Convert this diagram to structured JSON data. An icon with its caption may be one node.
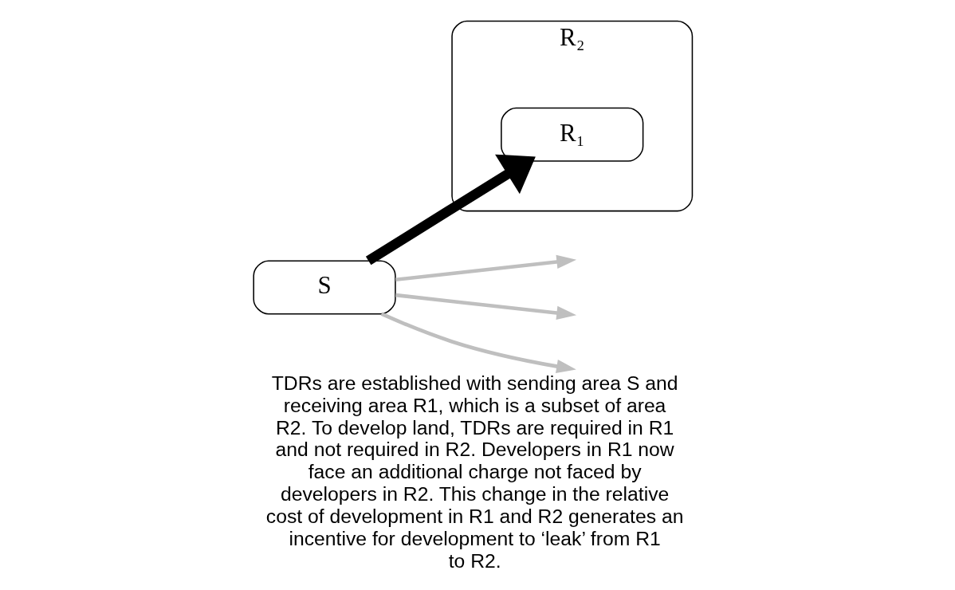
{
  "diagram": {
    "caption": "TDRs are established with sending area S and receiving area R1, which is a subset of area R2. To develop land, TDRs are required in R1 and not required in R2. Developers in R1 now face an additional charge not faced by developers in R2. This change in the relative cost of development in R1 and R2 generates an incentive for development to ‘leak’ from R1 to R2.",
    "nodes": [
      {
        "text": [
          "S"
        ]
      },
      {
        "text": [
          "R₂"
        ]
      },
      {
        "text": [
          "R₁"
        ],
        "in": 1
      }
    ],
    "edges": [
      {
        "from": 0,
        "to": 2,
        "arrow": "to",
        "style": "thick",
        "color": "#000000"
      },
      {
        "from": 0,
        "to": null,
        "arrow": "to",
        "color": "#bfbfbf"
      },
      {
        "from": 0,
        "to": null,
        "arrow": "to",
        "color": "#bfbfbf"
      },
      {
        "from": 0,
        "to": null,
        "arrow": "to",
        "color": "#bfbfbf"
      }
    ]
  }
}
